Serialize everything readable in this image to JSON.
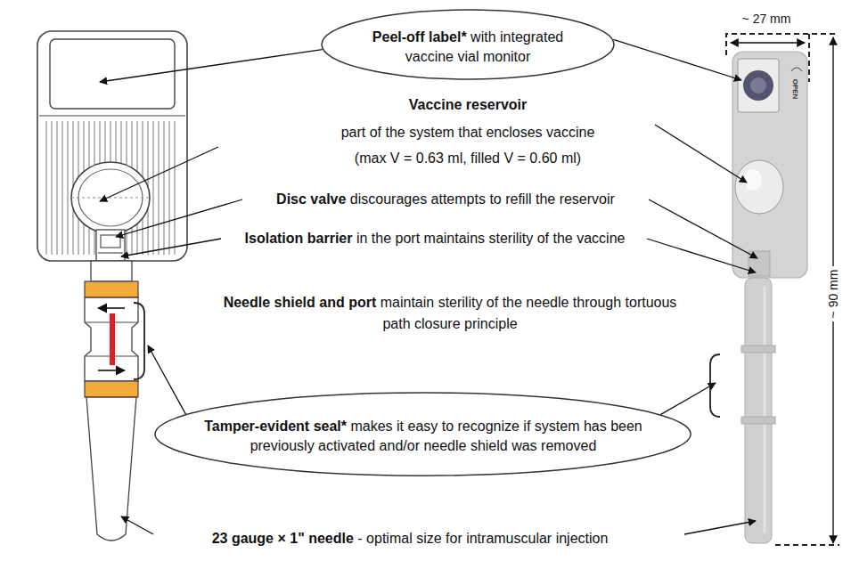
{
  "diagram": {
    "nodes": [
      {
        "text": [
          "Peel-off label*",
          "with integrated vaccine vial monitor"
        ]
      },
      {
        "text": [
          "Tamper-evident seal*",
          "makes it easy to recognize if system has been previously activated and/or needle shield was removed"
        ]
      }
    ],
    "labels": [
      "Vaccine reservoir",
      "part of the system that encloses vaccine",
      "(max V = 0.63 ml, filled V = 0.60 ml)",
      "Disc valve",
      "discourages attempts to refill the reservoir",
      "Isolation barrier",
      "in the port maintains sterility of the vaccine",
      "Needle shield and port",
      "maintain sterility of the needle through tortuous path closure principle",
      "23 gauge × 1\" needle",
      "- optimal size for intramuscular injection",
      "~ 27 mm",
      "~ 90 mm",
      "OPEN"
    ]
  }
}
